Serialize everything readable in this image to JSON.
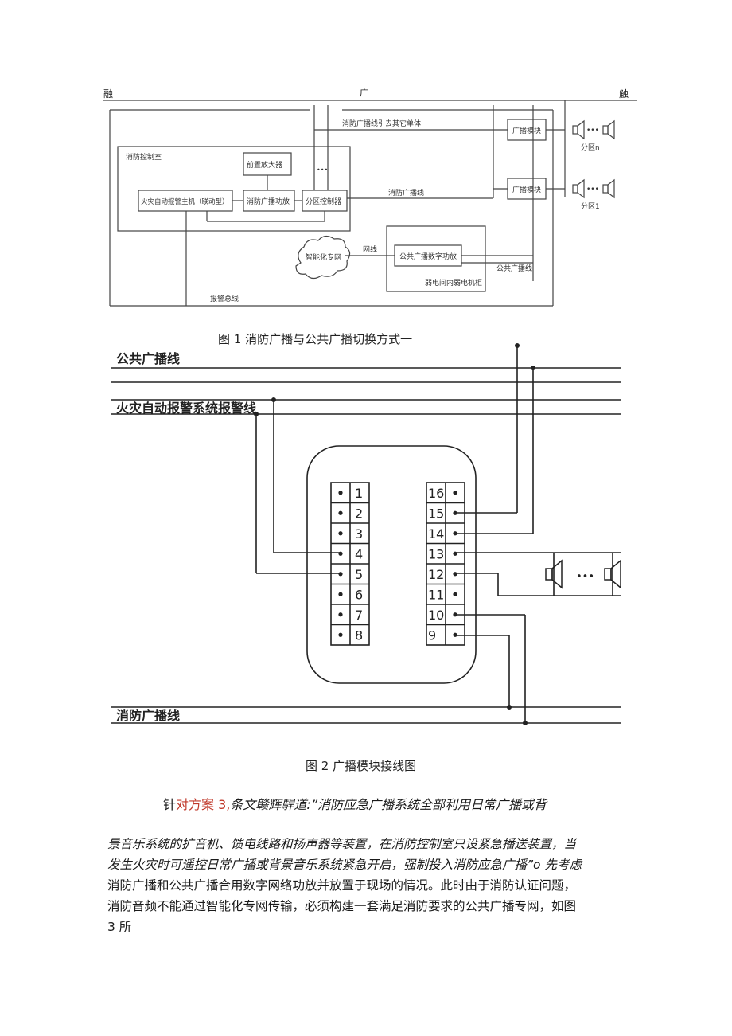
{
  "fig1": {
    "corner_left": "融",
    "corner_mid": "广",
    "corner_right": "触",
    "label_outgoing": "消防广播线引去其它单体",
    "control_room": "消防控制室",
    "preamp": "前置放大器",
    "fire_alarm_host": "火灾自动报警主机（联动型）",
    "fire_amp": "消防广播功放",
    "zone_controller": "分区控制器",
    "dots": "•••",
    "fire_line": "消防广播线",
    "module_top": "广播模块",
    "module_bottom": "广播模块",
    "zone_n": "分区n",
    "zone_1": "分区1",
    "smart_net": "智能化专网",
    "net_line": "网线",
    "public_amp": "公共广播数字功放",
    "public_line": "公共广播线",
    "cabinet": "弱电间内弱电机柜",
    "alarm_bus": "报警总线",
    "caption": "图 1 消防广播与公共广播切换方式一"
  },
  "fig2": {
    "public_line": "公共广播线",
    "alarm_line": "火灾自动报警系统报警线",
    "fire_line": "消防广播线",
    "left_terminals": [
      "1",
      "2",
      "3",
      "4",
      "5",
      "6",
      "7",
      "8"
    ],
    "right_terminals": [
      "16",
      "15",
      "14",
      "13",
      "12",
      "11",
      "10",
      "9"
    ],
    "dots": "•••",
    "caption": "图 2 广播模块接线图"
  },
  "text": {
    "heading_a": "针",
    "heading_b": "对方案 3,",
    "heading_c": "条文赣辉駻道:”消防应急广播系统全部利用日常广播或背",
    "line1": "景音乐系统的扩音机、馈电线路和扬声器等装置，在消防控制室只设紧急播送装置，当",
    "line2": "发生火灾时可遥控日常广播或背景音乐系统紧急开启，强制投入消防应急广播”o 先考虑",
    "line3": "消防广播和公共广播合用数字网络功放并放置于现场的情况。此时由于消防认证问题，",
    "line4": "消防音频不能通过智能化专网传输，必须构建一套满足消防要求的公共广播专网，如图",
    "line5": "3 所"
  }
}
